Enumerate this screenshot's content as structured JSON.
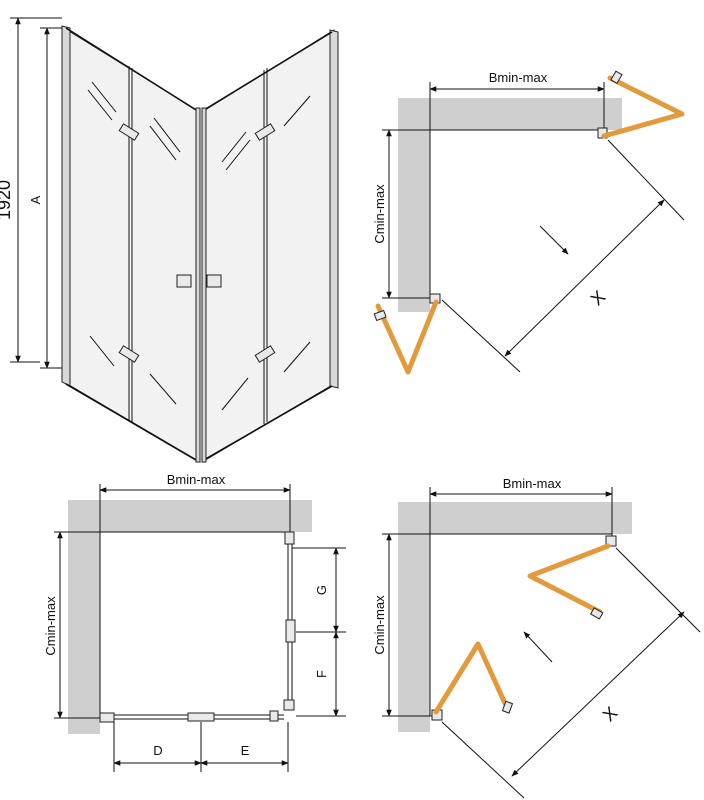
{
  "colors": {
    "wall": "#cfcfcf",
    "door": "#e39a3c",
    "line": "#111111"
  },
  "perspective": {
    "height_label": "1920",
    "a_label": "A"
  },
  "top_right": {
    "b_label": "Bmin-max",
    "c_label": "Cmin-max",
    "x_label": "X"
  },
  "bottom_left": {
    "b_label": "Bmin-max",
    "c_label": "Cmin-max",
    "g_label": "G",
    "f_label": "F",
    "d_label": "D",
    "e_label": "E"
  },
  "bottom_right": {
    "b_label": "Bmin-max",
    "c_label": "Cmin-max",
    "x_label": "X"
  }
}
